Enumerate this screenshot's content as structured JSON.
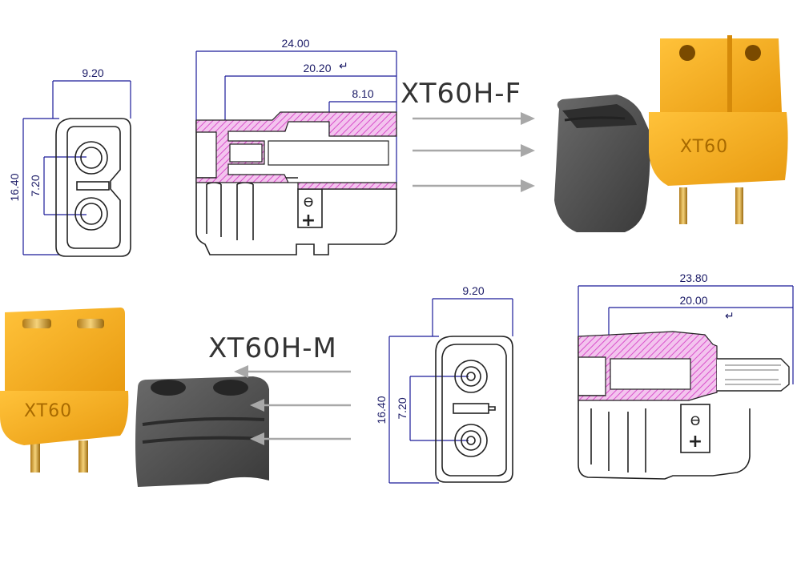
{
  "female": {
    "title": "XT60H-F",
    "front_view": {
      "width": "9.20",
      "height": "16.40",
      "pin_pitch": "7.20"
    },
    "side_view": {
      "overall_length": "24.00",
      "body_length": "20.20",
      "pin_length": "8.10",
      "pin_glyph": "↵",
      "polarity_minus": "Ɵ",
      "polarity_plus": "+"
    },
    "photo": {
      "brand_text": "XT60",
      "body_color": "#f6ae1c",
      "cover_color": "#4a4a4a"
    }
  },
  "male": {
    "title": "XT60H-M",
    "front_view": {
      "width": "9.20",
      "height": "16.40",
      "pin_pitch": "7.20"
    },
    "side_view": {
      "overall_length": "23.80",
      "body_length": "20.00",
      "pin_glyph": "↵",
      "polarity_minus": "Ɵ",
      "polarity_plus": "+"
    },
    "photo": {
      "brand_text": "XT60",
      "body_color": "#f6ae1c",
      "cover_color": "#4a4a4a"
    }
  },
  "colors": {
    "dimension_line": "#1a1a99",
    "section_hatch": "#e46fd8",
    "arrow": "#a8a8a8",
    "outline": "#222222"
  }
}
